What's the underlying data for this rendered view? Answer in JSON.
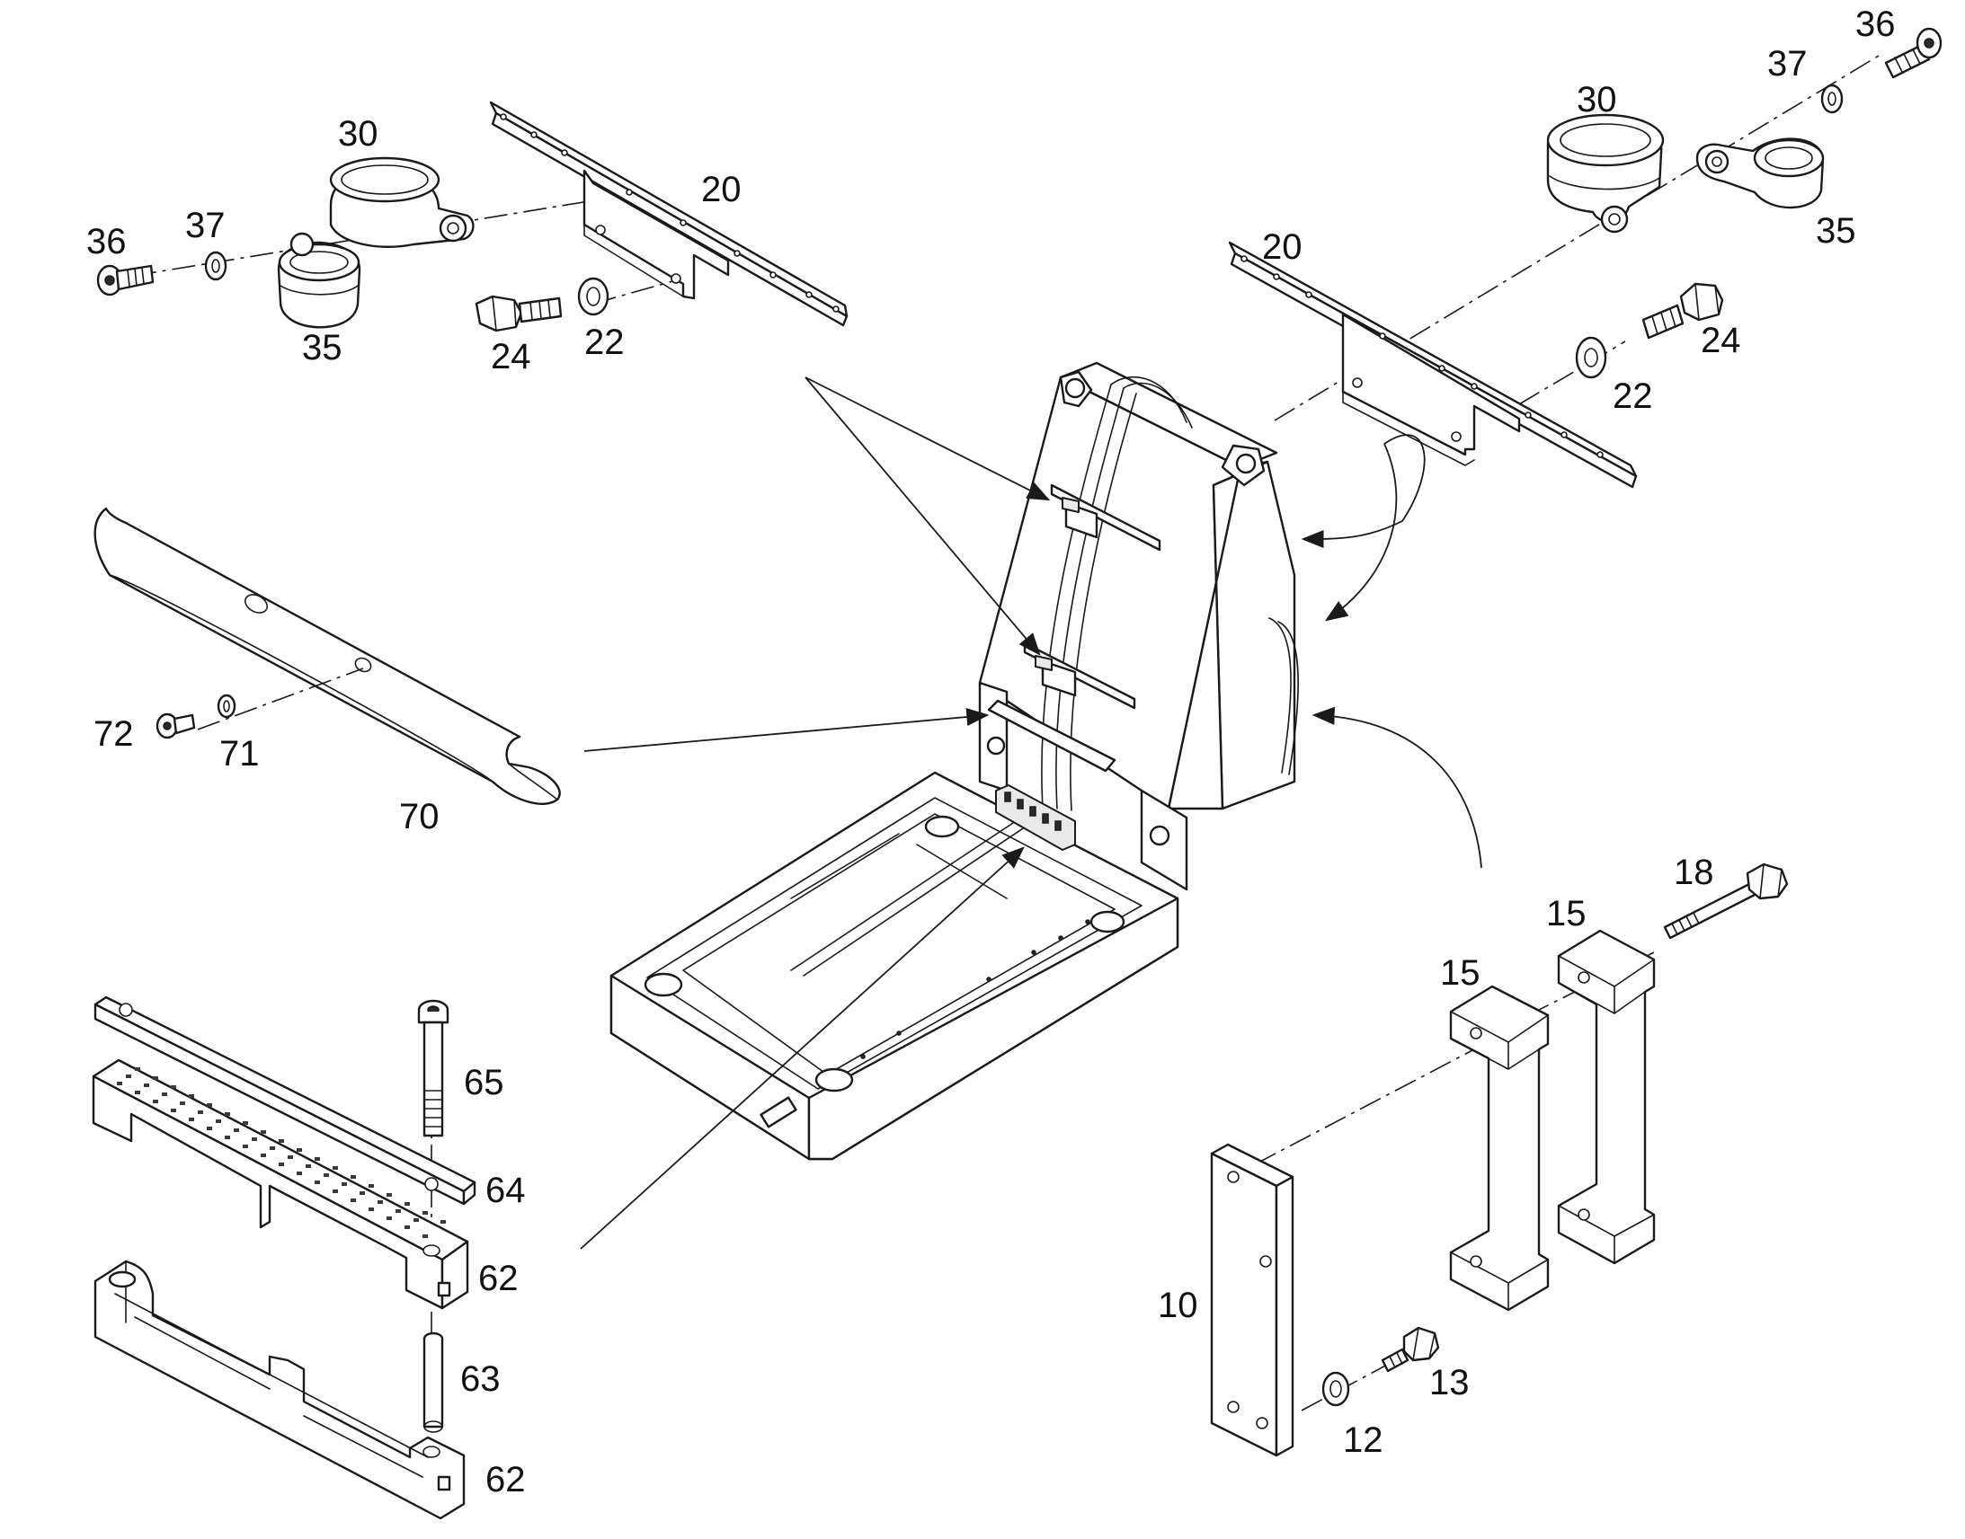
{
  "labels": {
    "l36a": "36",
    "l37a": "37",
    "l30a": "30",
    "l35a": "35",
    "l24a": "24",
    "l22a": "22",
    "l20a": "20",
    "l36b": "36",
    "l37b": "37",
    "l30b": "30",
    "l35b": "35",
    "l20b": "20",
    "l24b": "24",
    "l22b": "22",
    "l72": "72",
    "l71": "71",
    "l70": "70",
    "l65": "65",
    "l64": "64",
    "l62a": "62",
    "l63": "63",
    "l62b": "62",
    "l18": "18",
    "l15a": "15",
    "l15b": "15",
    "l10": "10",
    "l12": "12",
    "l13": "13"
  }
}
